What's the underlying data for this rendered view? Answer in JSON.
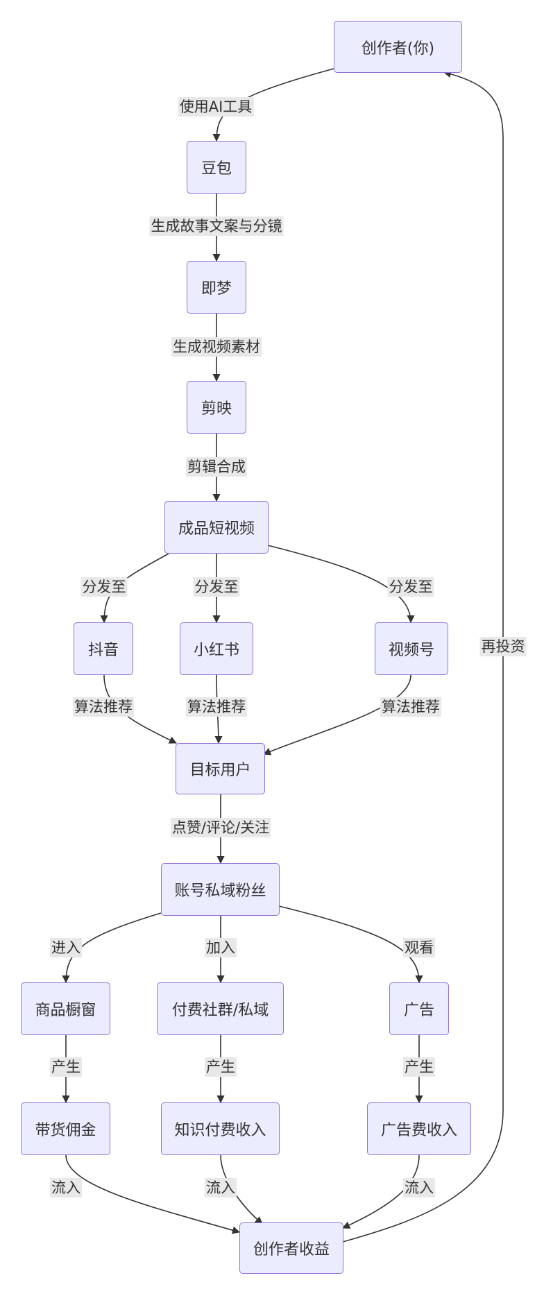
{
  "colors": {
    "node_fill": "#ECECFF",
    "node_stroke": "#9370DB",
    "edge": "#333333",
    "label_bg": "#E8E8E8",
    "text": "#333333"
  },
  "nodes": {
    "creator": "创作者(你)",
    "doubao": "豆包",
    "jimeng": "即梦",
    "jianying": "剪映",
    "video": "成品短视频",
    "douyin": "抖音",
    "xiaohongshu": "小红书",
    "shipinhao": "视频号",
    "target_users": "目标用户",
    "fans": "账号私域粉丝",
    "shop_window": "商品橱窗",
    "paid_group": "付费社群/私域",
    "ads": "广告",
    "commission": "带货佣金",
    "knowledge_income": "知识付费收入",
    "ad_income": "广告费收入",
    "creator_income": "创作者收益"
  },
  "edges": {
    "use_ai": "使用AI工具",
    "gen_story": "生成故事文案与分镜",
    "gen_video": "生成视频素材",
    "edit": "剪辑合成",
    "dist_douyin": "分发至",
    "dist_xhs": "分发至",
    "dist_sph": "分发至",
    "algo_douyin": "算法推荐",
    "algo_xhs": "算法推荐",
    "algo_sph": "算法推荐",
    "engage": "点赞/评论/关注",
    "enter": "进入",
    "join": "加入",
    "watch": "观看",
    "produce_1": "产生",
    "produce_2": "产生",
    "produce_3": "产生",
    "flow_1": "流入",
    "flow_2": "流入",
    "flow_3": "流入",
    "reinvest": "再投资"
  }
}
